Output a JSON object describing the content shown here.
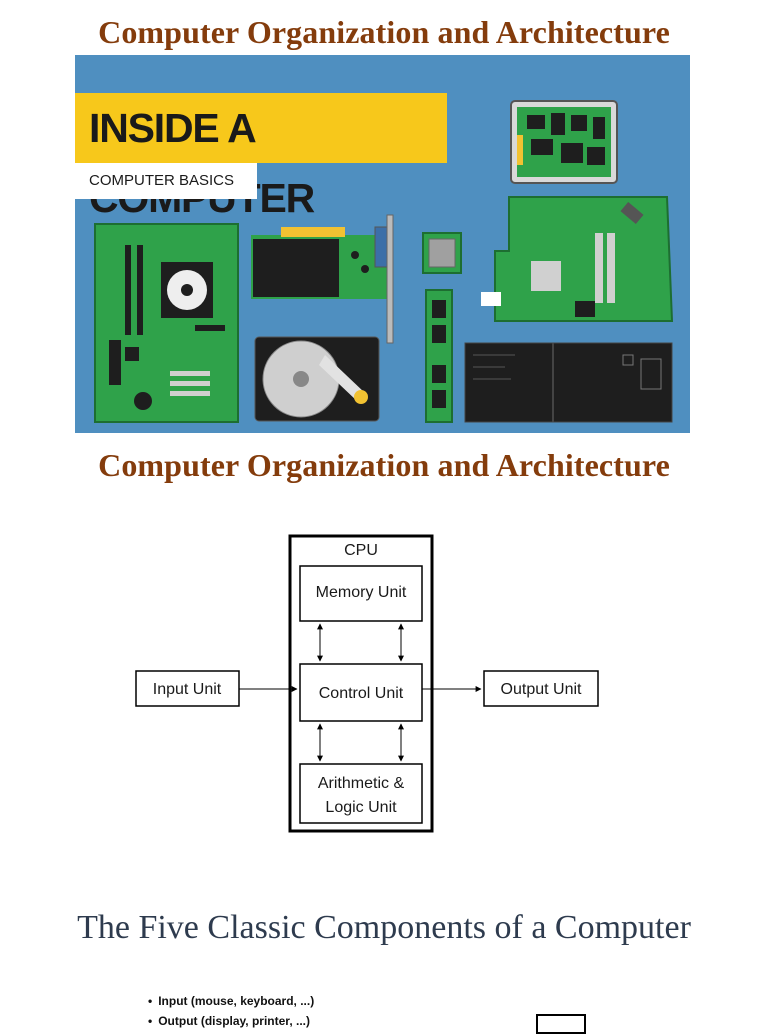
{
  "headings": {
    "top": "Computer Organization and Architecture",
    "middle": "Computer Organization and Architecture",
    "components": "The Five Classic Components of a Computer"
  },
  "illustration": {
    "banner_title": "INSIDE A COMPUTER",
    "banner_subtitle": "COMPUTER BASICS",
    "colors": {
      "background": "#4f8fc0",
      "banner": "#f7c81b",
      "board": "#2fa24a"
    }
  },
  "diagram": {
    "cpu_label": "CPU",
    "memory_unit": "Memory Unit",
    "control_unit": "Control Unit",
    "alu_line1": "Arithmetic &",
    "alu_line2": "Logic Unit",
    "input_unit": "Input Unit",
    "output_unit": "Output Unit"
  },
  "bullets": [
    "Input (mouse, keyboard, ...)",
    "Output (display, printer, ...)"
  ]
}
